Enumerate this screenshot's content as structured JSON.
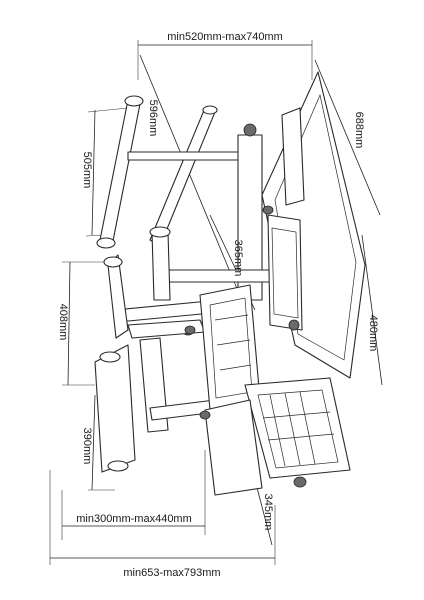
{
  "dimensions": {
    "desk_width": "min520mm-max740mm",
    "desk_length": "688mm",
    "desk_frame_width": "596mm",
    "desk_frame_length": "505mm",
    "desk_top_depth": "480mm",
    "desk_crossbar": "365mm",
    "chair_base_length": "408mm",
    "chair_base_width": "390mm",
    "chair_width": "min300mm-max440mm",
    "seat_back": "345mm",
    "overall_height": "min653-max793mm"
  },
  "colors": {
    "line": "#2a2a2a",
    "background": "#ffffff"
  }
}
